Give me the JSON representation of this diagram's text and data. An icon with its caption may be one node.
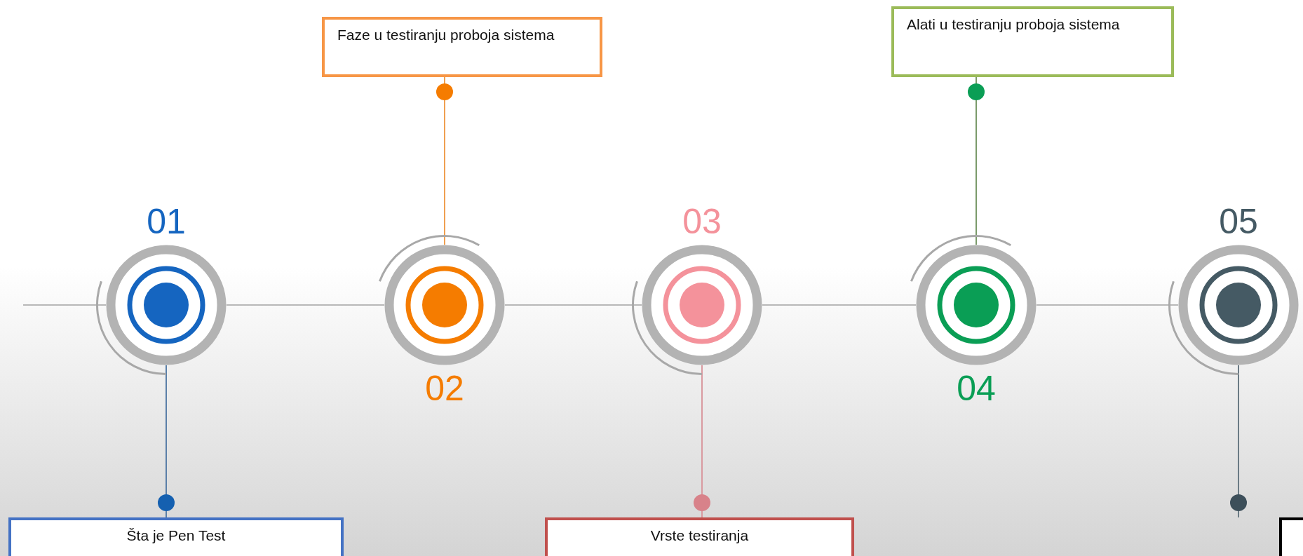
{
  "diagram": {
    "nodes": [
      {
        "text": [
          "Faze u testiranju proboja sistema"
        ]
      },
      {
        "text": [
          "Alati u testiranju proboja sistema"
        ]
      },
      {
        "text": [],
        "shape": "circle",
        "beside": [
          "01"
        ]
      },
      {
        "text": [],
        "shape": "circle",
        "beside": [
          "02"
        ]
      },
      {
        "text": [],
        "shape": "circle",
        "beside": [
          "03"
        ]
      },
      {
        "text": [],
        "shape": "circle",
        "beside": [
          "04"
        ]
      },
      {
        "text": [],
        "shape": "circle",
        "beside": [
          "05"
        ]
      },
      {
        "text": [
          "Šta je Pen Test"
        ]
      },
      {
        "text": [
          "Vrste testiranja"
        ]
      },
      {
        "text": [],
        "shape": "box"
      }
    ],
    "edges": [
      {
        "from": null,
        "to": 2,
        "arrow": "none"
      },
      {
        "from": 2,
        "to": 3,
        "arrow": "none"
      },
      {
        "from": 3,
        "to": 4,
        "arrow": "none"
      },
      {
        "from": 4,
        "to": 5,
        "arrow": "none"
      },
      {
        "from": 5,
        "to": 6,
        "arrow": "none"
      },
      {
        "from": 2,
        "to": 7,
        "arrow": "other",
        "color": "#5a7fa8"
      },
      {
        "from": 3,
        "to": 0,
        "arrow": "other",
        "color": "#f0a050"
      },
      {
        "from": 4,
        "to": 8,
        "arrow": "other",
        "color": "#d99aa0"
      },
      {
        "from": 5,
        "to": 1,
        "arrow": "other",
        "color": "#7a9a6a"
      },
      {
        "from": 6,
        "to": null,
        "arrow": "other",
        "color": "#6b7b85"
      }
    ]
  }
}
